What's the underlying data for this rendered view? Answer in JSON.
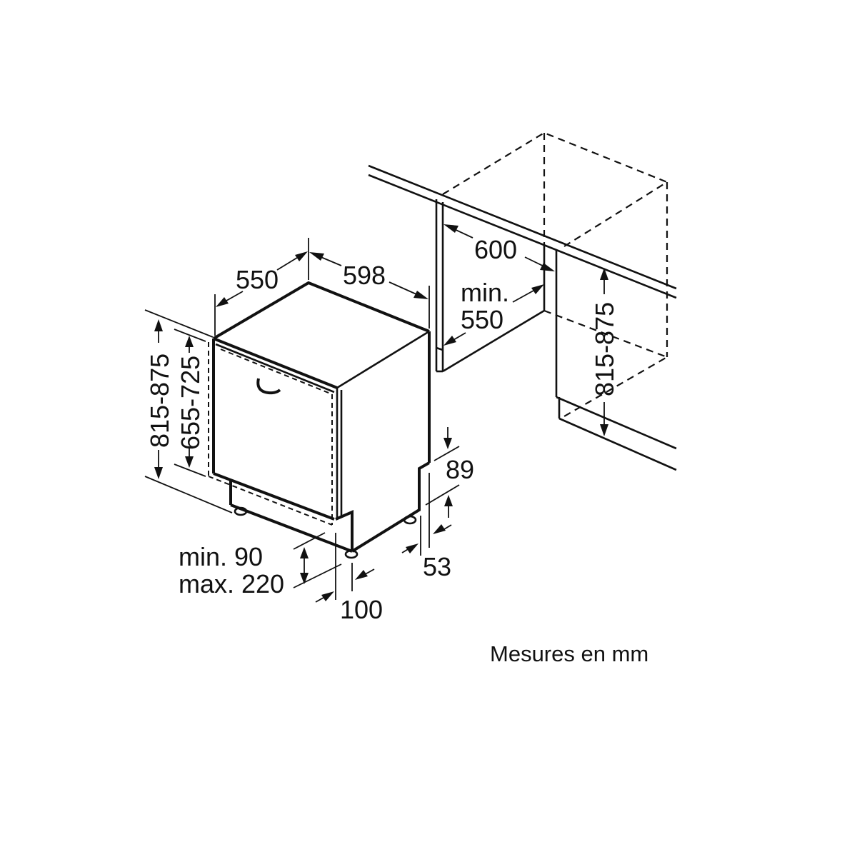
{
  "diagram": {
    "type": "dishwasher-installation-dimensions",
    "units_note": "Mesures en mm",
    "appliance": {
      "depth_label": "550",
      "width_label": "598",
      "height_label": "815-875",
      "door_height_label": "655-725",
      "plinth_label_line1": "min. 90",
      "plinth_label_line2": "max. 220",
      "foot_offset_front_label": "100",
      "rear_step_height_label": "89",
      "rear_step_depth_label": "53"
    },
    "niche": {
      "width_label": "600",
      "depth_label_line1": "min.",
      "depth_label_line2": "550",
      "height_label": "815-875"
    }
  }
}
